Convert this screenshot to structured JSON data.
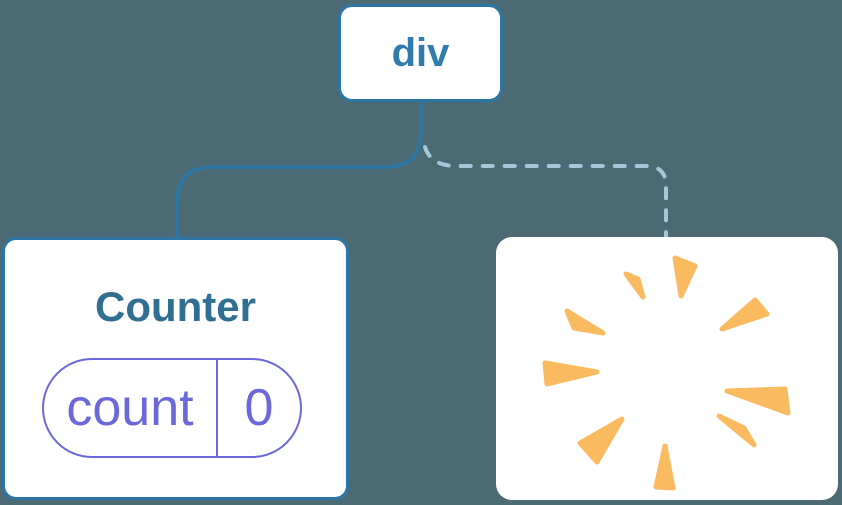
{
  "diagram": {
    "description": "component tree with removed subtree",
    "background_color": "#4c6a74",
    "root_node": {
      "label": "div",
      "border_color": "#2c76a5",
      "text_color": "#307cad"
    },
    "edges": [
      {
        "from": "div",
        "to": "Counter",
        "style": "solid",
        "color": "#2c76a5"
      },
      {
        "from": "div",
        "to": "removed-node",
        "style": "dashed",
        "color": "#a6c6da"
      }
    ],
    "counter_node": {
      "title": "Counter",
      "title_color": "#2f7092",
      "state_pill": {
        "key": "count",
        "value": "0",
        "color": "#6b68db"
      }
    },
    "removed_node": {
      "icon": "poof-burst-icon",
      "icon_color": "#f9ba60"
    }
  }
}
